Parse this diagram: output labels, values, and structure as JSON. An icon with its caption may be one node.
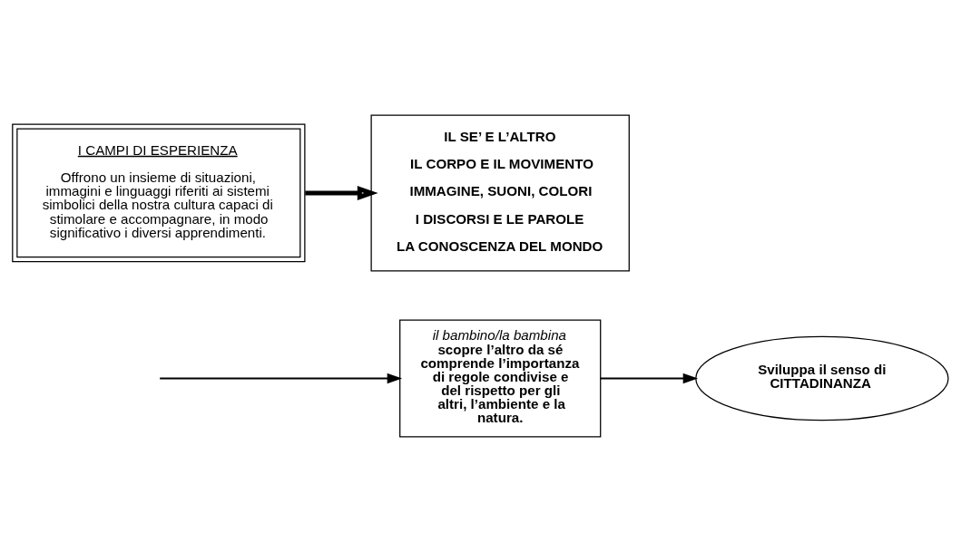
{
  "diagram": {
    "nodes": [
      {
        "text": [
          "il bambino/la bambina",
          "scopre l’altro da sé comprende l’importanza di regole condivise e del rispetto per gli altri, l’ambiente e la natura."
        ]
      },
      {
        "text": [
          "Sviluppa il senso di CITTADINANZA"
        ]
      },
      {
        "text": [
          "I CAMPI DI ESPERIENZA",
          "Offrono un insieme di situazioni, immagini e linguaggi riferiti ai sistemi simbolici della nostra cultura capaci di stimolare e accompagnare, in modo significativo i diversi apprendimenti."
        ]
      },
      {
        "text": [
          "IL SE’ E L’ALTRO",
          "IL CORPO E IL MOVIMENTO",
          "IMMAGINE, SUONI, COLORI",
          "I DISCORSI E LE PAROLE",
          "LA CONOSCENZA DEL MONDO"
        ]
      }
    ],
    "edges": [
      {
        "from": null,
        "to": 0,
        "arrow": "to"
      },
      {
        "from": 0,
        "to": 1,
        "arrow": "to"
      },
      {
        "from": 2,
        "to": 3,
        "arrow": "to",
        "style": "thick"
      }
    ]
  }
}
